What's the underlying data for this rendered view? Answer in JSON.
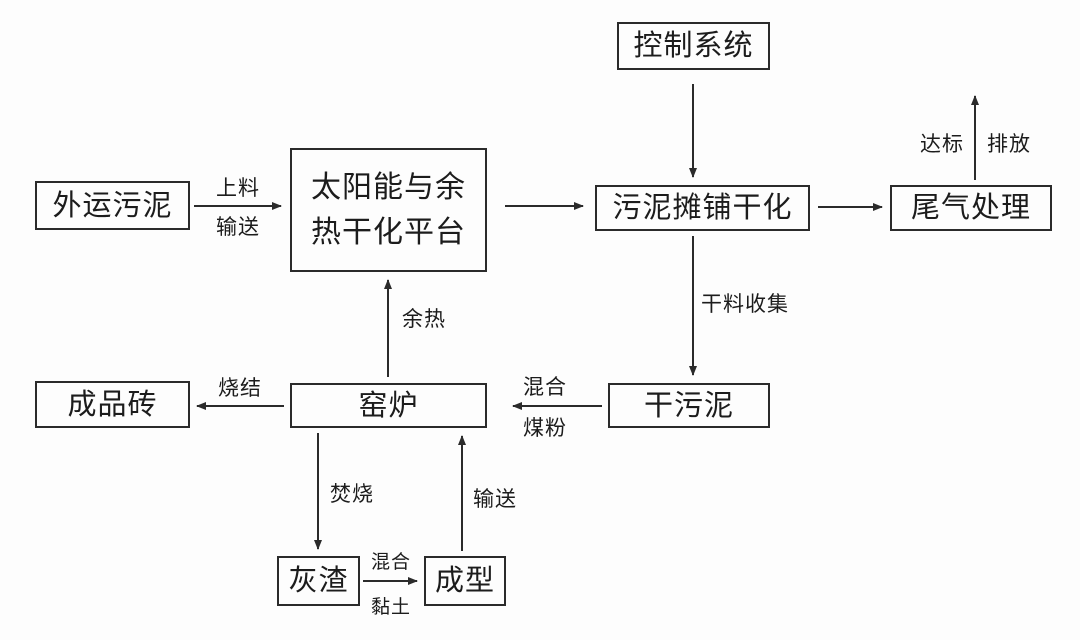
{
  "diagram": {
    "nodes": {
      "external_sludge": {
        "label": "外运污泥"
      },
      "solar_platform": {
        "line1": "太阳能与余",
        "line2": "热干化平台"
      },
      "control_system": {
        "label": "控制系统"
      },
      "sludge_spreading": {
        "label": "污泥摊铺干化"
      },
      "tail_gas": {
        "label": "尾气处理"
      },
      "dry_sludge": {
        "label": "干污泥"
      },
      "kiln": {
        "label": "窑炉"
      },
      "finished_brick": {
        "label": "成品砖"
      },
      "ash": {
        "label": "灰渣"
      },
      "forming": {
        "label": "成型"
      }
    },
    "edges": {
      "feeding": {
        "line1": "上料",
        "line2": "输送"
      },
      "discharge": {
        "left": "达标",
        "right": "排放"
      },
      "dry_collection": {
        "label": "干料收集"
      },
      "coal_mix": {
        "line1": "混合",
        "line2": "煤粉"
      },
      "waste_heat": {
        "label": "余热"
      },
      "sintering": {
        "label": "烧结"
      },
      "incineration": {
        "label": "焚烧"
      },
      "conveying": {
        "label": "输送"
      },
      "clay_mix": {
        "line1": "混合",
        "line2": "黏土"
      }
    },
    "colors": {
      "line": "#2b2b2b",
      "background": "#fdfdfd",
      "text": "#1c1c1c"
    }
  }
}
